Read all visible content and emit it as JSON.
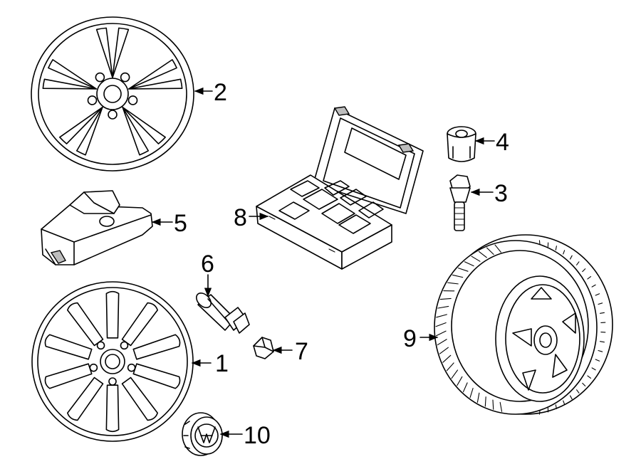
{
  "callouts": [
    {
      "id": "wheel-alloy-10-spoke",
      "label": "1"
    },
    {
      "id": "wheel-alloy-v-spoke",
      "label": "2"
    },
    {
      "id": "lug-bolt",
      "label": "3"
    },
    {
      "id": "locking-bolt-adapter",
      "label": "4"
    },
    {
      "id": "tpms-sensor",
      "label": "5"
    },
    {
      "id": "valve-stem",
      "label": "6"
    },
    {
      "id": "valve-nut",
      "label": "7"
    },
    {
      "id": "locking-bolt-kit-case",
      "label": "8"
    },
    {
      "id": "tire-assembly",
      "label": "9"
    },
    {
      "id": "center-cap",
      "label": "10"
    }
  ]
}
